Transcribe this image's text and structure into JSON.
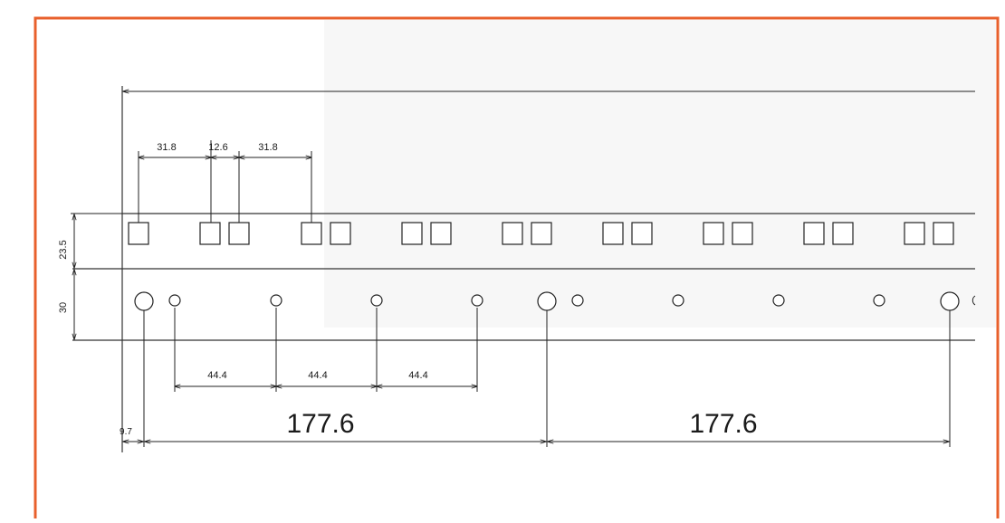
{
  "frame": {
    "border_color": "#e8602c",
    "background": "#ffffff",
    "shade": "#f7f7f7"
  },
  "dimensions": {
    "square_spacing_left": "31.8",
    "square_pair_gap": "12.6",
    "square_spacing_right": "31.8",
    "square_row_height": "23.5",
    "hole_row_height": "30",
    "hole_spacing_1": "44.4",
    "hole_spacing_2": "44.4",
    "hole_spacing_3": "44.4",
    "edge_offset": "9.7",
    "big_hole_pitch_1": "177.6",
    "big_hole_pitch_2": "177.6"
  }
}
